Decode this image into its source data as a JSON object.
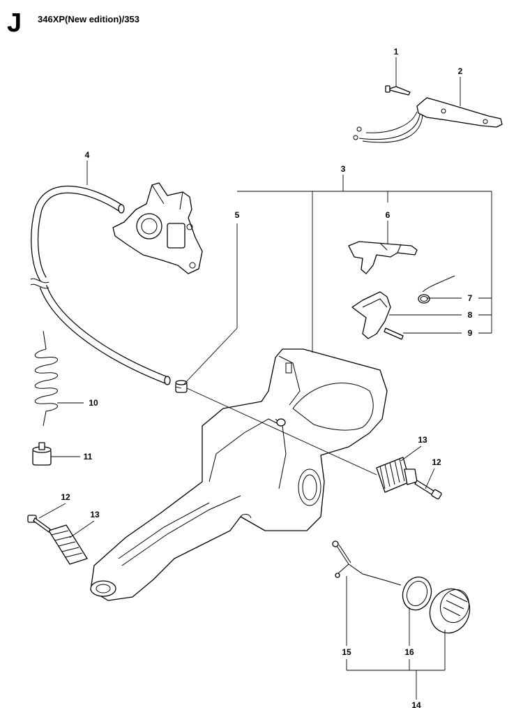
{
  "header": {
    "section_letter": "J",
    "title": "346XP(New edition)/353"
  },
  "callouts": {
    "c1": "1",
    "c2": "2",
    "c3": "3",
    "c4": "4",
    "c5": "5",
    "c6": "6",
    "c7": "7",
    "c8": "8",
    "c9": "9",
    "c10": "10",
    "c11": "11",
    "c12a": "12",
    "c12b": "12",
    "c13a": "13",
    "c13b": "13",
    "c14": "14",
    "c15": "15",
    "c16": "16"
  }
}
